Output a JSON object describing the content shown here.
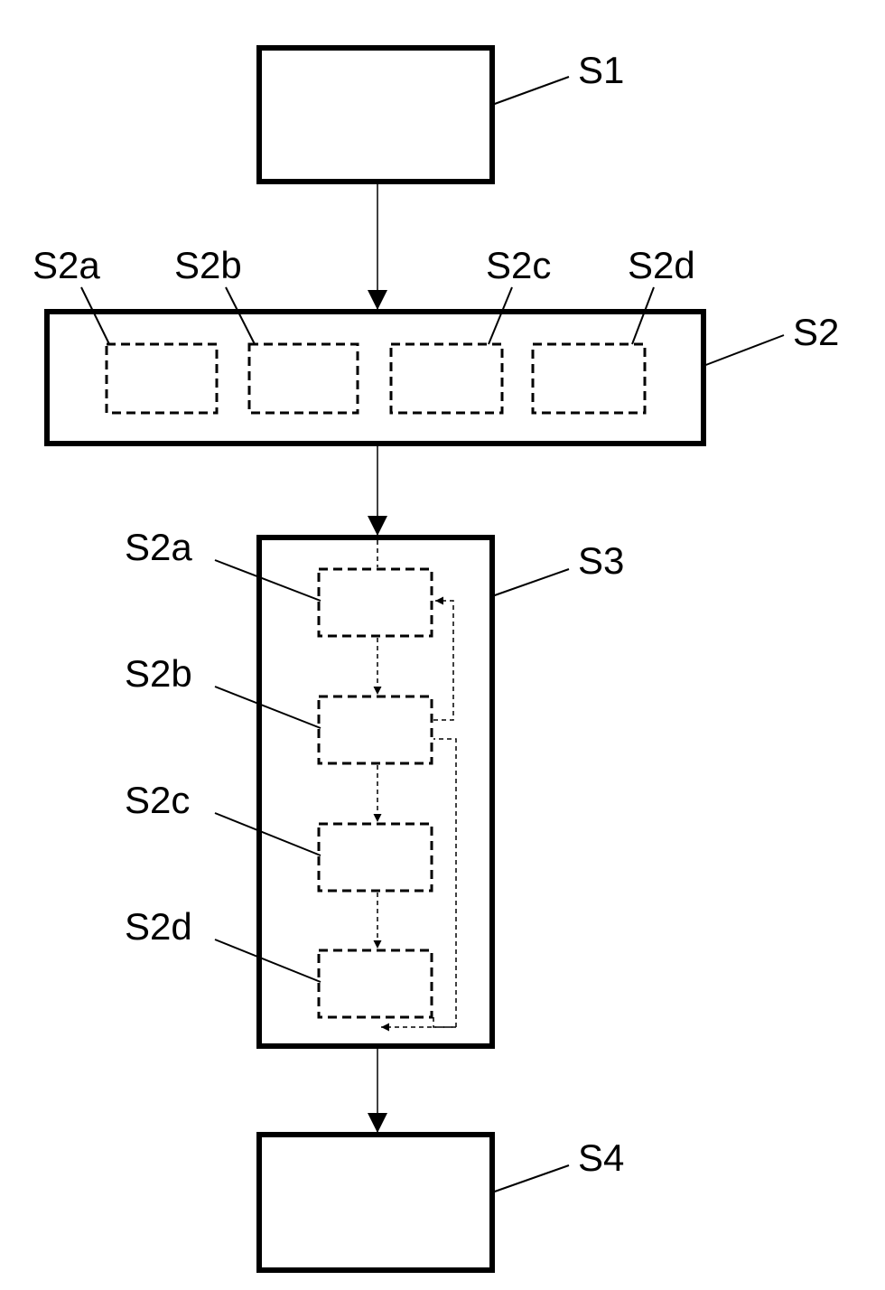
{
  "diagram": {
    "s1_label": "S1",
    "s2_label": "S2",
    "s3_label": "S3",
    "s4_label": "S4",
    "s2_sub_labels": [
      "S2a",
      "S2b",
      "S2c",
      "S2d"
    ],
    "s3_sub_labels": [
      "S2a",
      "S2b",
      "S2c",
      "S2d"
    ]
  }
}
